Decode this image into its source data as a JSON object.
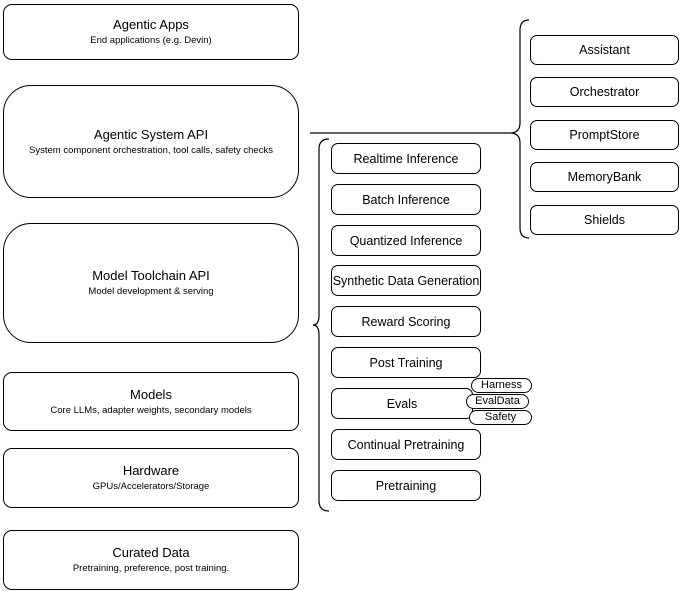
{
  "diagram": {
    "left_stack": {
      "items": [
        {
          "title": "Agentic Apps",
          "subtitle": "End applications (e.g. Devin)"
        },
        {
          "title": "Agentic System API",
          "subtitle": "System component orchestration, tool calls, safety checks"
        },
        {
          "title": "Model Toolchain API",
          "subtitle": "Model development & serving"
        },
        {
          "title": "Models",
          "subtitle": "Core LLMs, adapter weights, secondary models"
        },
        {
          "title": "Hardware",
          "subtitle": "GPUs/Accelerators/Storage"
        },
        {
          "title": "Curated Data",
          "subtitle": "Pretraining, preference, post training."
        }
      ]
    },
    "toolchain_group": {
      "items": [
        "Realtime Inference",
        "Batch Inference",
        "Quantized Inference",
        "Synthetic Data Generation",
        "Reward Scoring",
        "Post Training",
        "Evals",
        "Continual Pretraining",
        "Pretraining"
      ],
      "evals_tags": [
        "Harness",
        "EvalData",
        "Safety"
      ]
    },
    "system_group": {
      "items": [
        "Assistant",
        "Orchestrator",
        "PromptStore",
        "MemoryBank",
        "Shields"
      ]
    },
    "colors": {
      "stroke": "#000000",
      "fill": "#ffffff",
      "text": "#000000"
    }
  }
}
